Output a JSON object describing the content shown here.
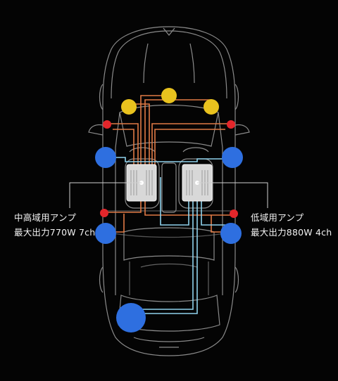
{
  "labels": {
    "mid_high_amp": {
      "name": "中高域用アンプ",
      "power": "最大出力770W 7ch"
    },
    "low_amp": {
      "name": "低域用アンプ",
      "power": "最大出力880W 4ch"
    }
  },
  "colors": {
    "background": "#040404",
    "car_outline": "#8a8a8a",
    "wire_orange": "#e07a45",
    "wire_blue": "#8fd2ec",
    "tweeter_yellow": "#e9c21e",
    "speaker_red": "#e3262b",
    "speaker_blue": "#2e6fe0",
    "amp_body": "#d8d8d8",
    "leader_line": "#d0d0d0"
  },
  "components": {
    "amplifiers": 2,
    "tweeters_yellow": 3,
    "small_speakers_red": 4,
    "midrange_speakers_blue": 4,
    "subwoofer": 1
  }
}
